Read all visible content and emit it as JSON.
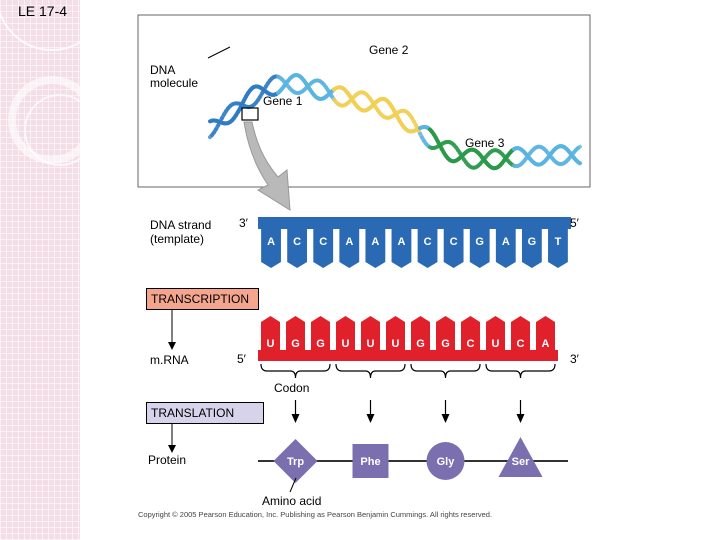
{
  "slide_label": "LE 17-4",
  "dna_overview": {
    "dna_molecule_label": "DNA\nmolecule",
    "gene1_label": "Gene 1",
    "gene2_label": "Gene 2",
    "gene3_label": "Gene 3"
  },
  "template_strand": {
    "label": "DNA strand\n(template)",
    "end_left": "3′",
    "end_right": "5′",
    "bases": [
      "A",
      "C",
      "C",
      "A",
      "A",
      "A",
      "C",
      "C",
      "G",
      "A",
      "G",
      "T"
    ]
  },
  "transcription_label": "TRANSCRIPTION",
  "mrna": {
    "label": "m.RNA",
    "end_left": "5′",
    "end_right": "3′",
    "bases": [
      "U",
      "G",
      "G",
      "U",
      "U",
      "U",
      "G",
      "G",
      "C",
      "U",
      "C",
      "A"
    ]
  },
  "codon_label": "Codon",
  "translation_label": "TRANSLATION",
  "protein_label": "Protein",
  "amino_acids": [
    "Trp",
    "Phe",
    "Gly",
    "Ser"
  ],
  "amino_acid_label": "Amino acid",
  "copyright": "Copyright © 2005 Pearson Education, Inc. Publishing as Pearson Benjamin Cummings. All rights reserved.",
  "colors": {
    "dna_blue": "#2a6ab4",
    "mrna_red": "#e0202a",
    "amino_purple": "#7b6fb0",
    "gene_yellow": "#f2cf55",
    "gene_green": "#2a9a4a",
    "transcription_box": "#f4a58e",
    "translation_box": "#d7d3ea"
  }
}
